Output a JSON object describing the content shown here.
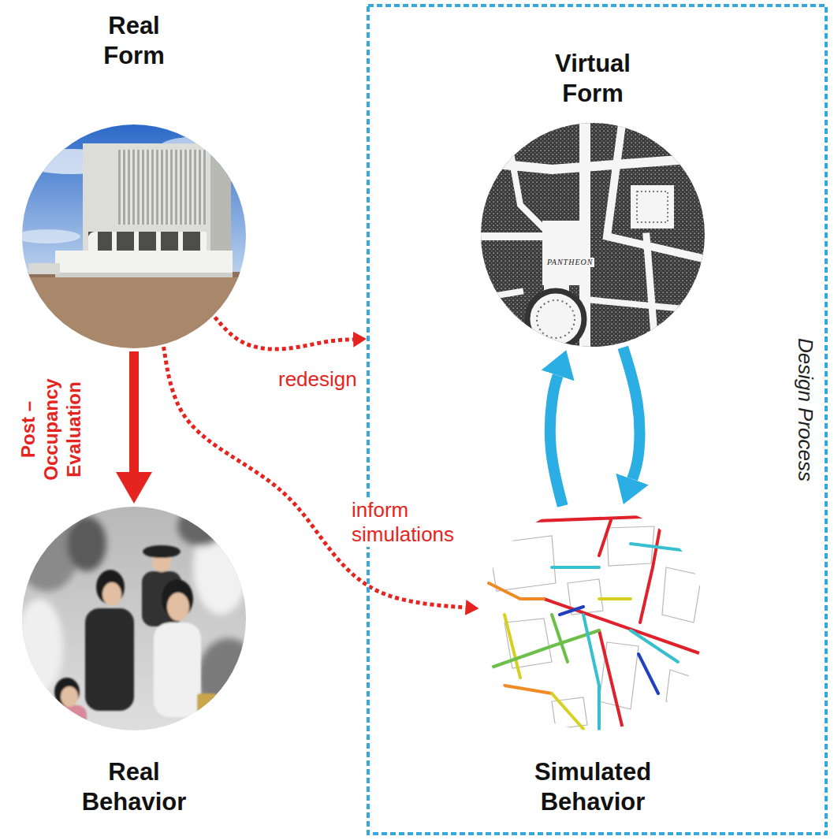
{
  "diagram": {
    "nodes": [
      {
        "text": [
          "Real Form"
        ]
      },
      {
        "text": [
          "Design Process"
        ]
      },
      {
        "text": [
          "Virtual Form"
        ],
        "in": 1
      },
      {
        "text": [
          "Real Behavior"
        ]
      },
      {
        "text": [
          "Simulated Behavior"
        ],
        "in": 1
      }
    ],
    "edges": [
      {
        "from": 0,
        "to": 3,
        "arrow": "to",
        "label": "Post – Occupancy Evaluation"
      },
      {
        "from": 0,
        "to": 1,
        "arrow": "to",
        "label": "redesign"
      },
      {
        "from": 0,
        "to": 4,
        "arrow": "to",
        "label": "inform simulations"
      },
      {
        "from": 4,
        "to": 2,
        "arrow": "to"
      },
      {
        "from": 2,
        "to": 4,
        "arrow": "to"
      }
    ],
    "labels": [
      "PANTHEON"
    ]
  }
}
